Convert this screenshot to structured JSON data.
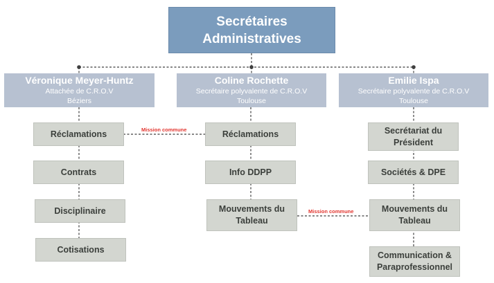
{
  "root": {
    "line1": "Secrétaires",
    "line2": "Administratives"
  },
  "people": [
    {
      "name": "Véronique Meyer-Huntz",
      "role": "Attachée de C.R.O.V",
      "location": "Béziers"
    },
    {
      "name": "Coline Rochette",
      "role": "Secrétaire polyvalente de C.R.O.V",
      "location": "Toulouse"
    },
    {
      "name": "Emilie Ispa",
      "role": "Secrétaire polyvalente de C.R.O.V",
      "location": "Toulouse"
    }
  ],
  "col1": [
    "Réclamations",
    "Contrats",
    "Disciplinaire",
    "Cotisations"
  ],
  "col2": [
    {
      "line1": "Réclamations",
      "line2": ""
    },
    {
      "line1": "Info DDPP",
      "line2": ""
    },
    {
      "line1": "Mouvements du",
      "line2": "Tableau"
    }
  ],
  "col3": [
    {
      "line1": "Secrétariat du",
      "line2": "Président"
    },
    {
      "line1": "Sociétés & DPE",
      "line2": ""
    },
    {
      "line1": "Mouvements du",
      "line2": "Tableau"
    },
    {
      "line1": "Communication &",
      "line2": "Paraprofessionnel"
    }
  ],
  "links": {
    "mission1": "Mission commune",
    "mission2": "Mission commune"
  },
  "colors": {
    "root": "#7b9cbd",
    "person": "#b7c1d1",
    "task": "#d3d6d0",
    "mission": "#e2352f",
    "connector": "#3f3f3f"
  }
}
